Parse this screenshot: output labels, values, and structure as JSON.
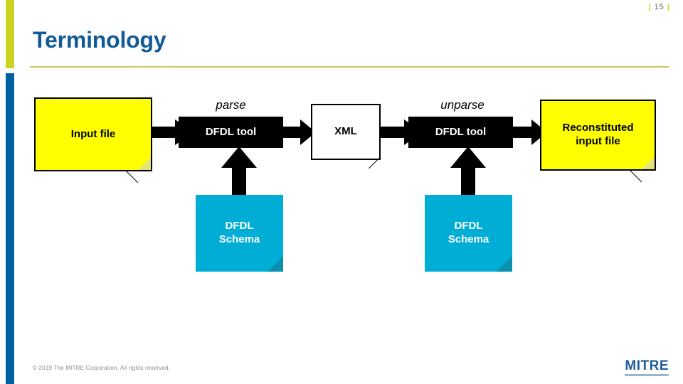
{
  "slide": {
    "page_number": "15",
    "title": "Terminology",
    "tick_left": "|",
    "tick_right": "|"
  },
  "colors": {
    "title_blue": "#125a96",
    "rail_yellow": "#ccd422",
    "rail_blue": "#0061a0",
    "rule_olive": "#ccc95c",
    "file_yellow": "#ffff00",
    "tool_black": "#000000",
    "schema_cyan": "#00aed5",
    "logo_blue": "#1c5c99"
  },
  "diagram": {
    "nodes": [
      {
        "id": "input-file",
        "label": "Input file",
        "shape": "document",
        "fill": "yellow"
      },
      {
        "id": "dfdl-tool-parse",
        "label": "DFDL tool",
        "shape": "rect",
        "fill": "black"
      },
      {
        "id": "xml",
        "label": "XML",
        "shape": "document",
        "fill": "white"
      },
      {
        "id": "dfdl-tool-unparse",
        "label": "DFDL tool",
        "shape": "rect",
        "fill": "black"
      },
      {
        "id": "reconstituted-file",
        "label": "Reconstituted\ninput file",
        "shape": "document",
        "fill": "yellow"
      },
      {
        "id": "dfdl-schema-parse",
        "label": "DFDL\nSchema",
        "shape": "document",
        "fill": "cyan"
      },
      {
        "id": "dfdl-schema-unparse",
        "label": "DFDL\nSchema",
        "shape": "document",
        "fill": "cyan"
      }
    ],
    "node_labels": {
      "input_file": "Input file",
      "dfdl_tool_parse": "DFDL tool",
      "xml": "XML",
      "dfdl_tool_unparse": "DFDL tool",
      "reconstituted_line1": "Reconstituted",
      "reconstituted_line2": "input file",
      "schema_left_line1": "DFDL",
      "schema_left_line2": "Schema",
      "schema_right_line1": "DFDL",
      "schema_right_line2": "Schema"
    },
    "operation_labels": {
      "parse": "parse",
      "unparse": "unparse"
    },
    "flow": [
      {
        "from": "input-file",
        "to": "dfdl-tool-parse",
        "direction": "right",
        "label": "parse"
      },
      {
        "from": "dfdl-tool-parse",
        "to": "xml",
        "direction": "right",
        "label": ""
      },
      {
        "from": "xml",
        "to": "dfdl-tool-unparse",
        "direction": "right",
        "label": "unparse"
      },
      {
        "from": "dfdl-tool-unparse",
        "to": "reconstituted-file",
        "direction": "right",
        "label": ""
      },
      {
        "from": "dfdl-schema-parse",
        "to": "dfdl-tool-parse",
        "direction": "up",
        "label": ""
      },
      {
        "from": "dfdl-schema-unparse",
        "to": "dfdl-tool-unparse",
        "direction": "up",
        "label": ""
      }
    ]
  },
  "footer": {
    "copyright": "© 2019 The MITRE Corporation. All rights reserved.",
    "logo_text": "MITRE"
  }
}
